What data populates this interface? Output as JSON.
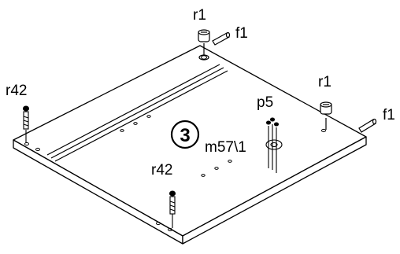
{
  "diagram": {
    "step_number": "3",
    "parts": {
      "r1_top": "r1",
      "f1_top": "f1",
      "r1_right": "r1",
      "f1_right": "f1",
      "p5": "p5",
      "r42_left": "r42",
      "r42_bottom": "r42",
      "m57": "m57\\1"
    }
  }
}
